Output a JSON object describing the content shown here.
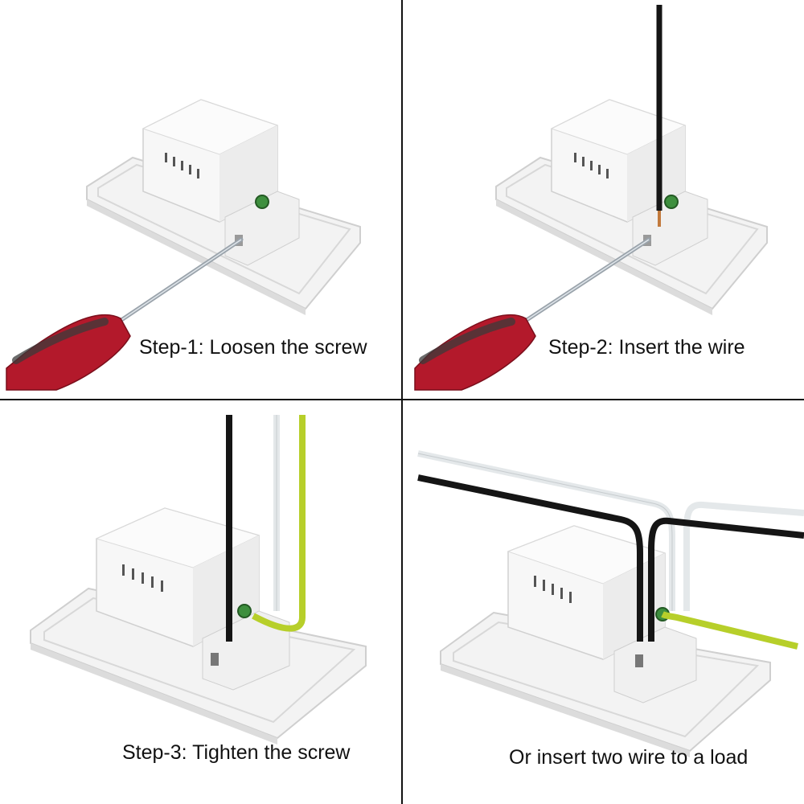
{
  "steps": [
    {
      "caption": "Step-1: Loosen the screw"
    },
    {
      "caption": "Step-2: Insert the wire"
    },
    {
      "caption": "Step-3: Tighten the screw"
    },
    {
      "caption": "Or insert two wire to a load"
    }
  ],
  "colors": {
    "divider": "#111111",
    "plate": "#f4f4f4",
    "handle": "#b3192b",
    "wire_black": "#151515",
    "wire_white": "#e8ecee",
    "wire_yellow_green": "#b7cf2a"
  }
}
